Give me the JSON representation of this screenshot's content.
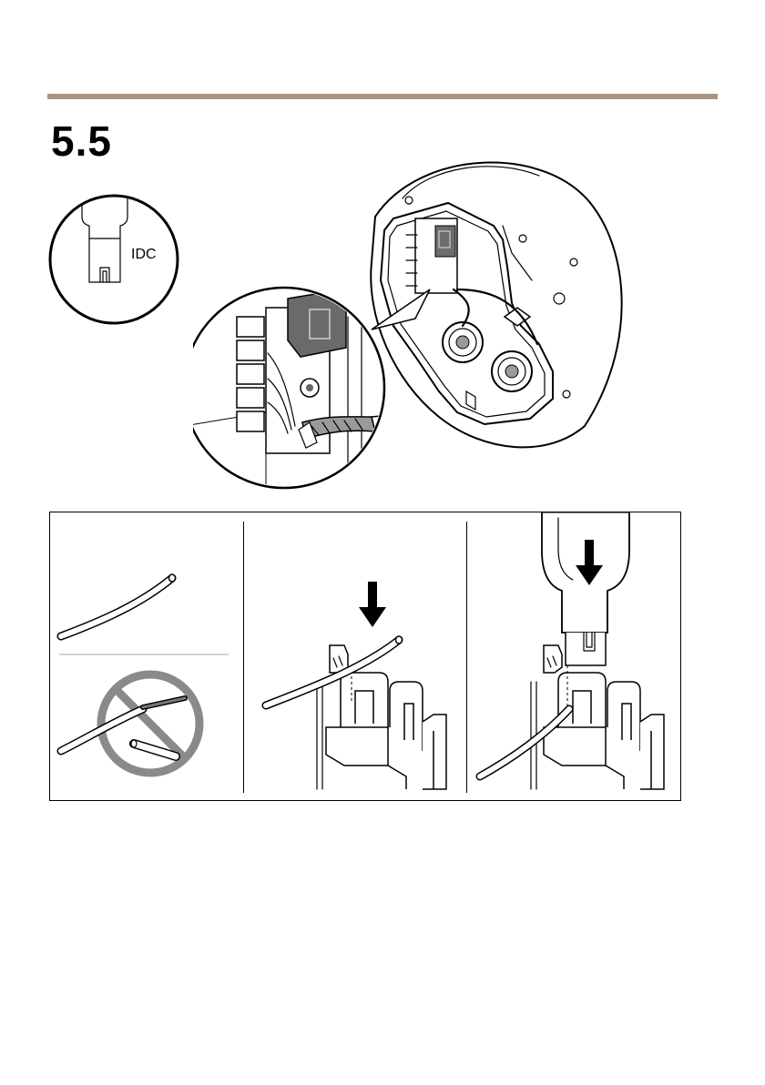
{
  "page": {
    "step_number": "5.5"
  },
  "tool_icon": {
    "label": "IDC",
    "icon": "idc-tool-icon"
  },
  "illustrations": {
    "main": "junction-box-with-idc-connector-illustration",
    "panels": [
      {
        "icon": "straight-wire-icon"
      },
      {
        "icon": "no-stripped-wire-icon"
      },
      {
        "icon": "wire-insert-down-arrow-icon"
      },
      {
        "icon": "idc-tool-press-down-icon"
      }
    ]
  },
  "colors": {
    "rule": "#a89585",
    "prohibit": "#8a8a8a"
  }
}
